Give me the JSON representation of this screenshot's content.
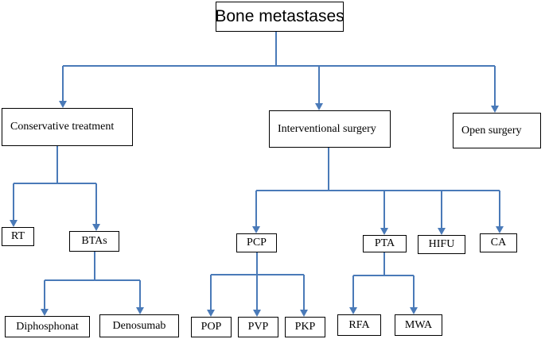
{
  "nodes": {
    "root": "Bone metastases",
    "conservative": "Conservative treatment",
    "interventional": "Interventional surgery",
    "open": "Open surgery",
    "rt": "RT",
    "btas": "BTAs",
    "pcp": "PCP",
    "pta": "PTA",
    "hifu": "HIFU",
    "ca": "CA",
    "diphosphonat": "Diphosphonat",
    "denosumab": "Denosumab",
    "pop": "POP",
    "pvp": "PVP",
    "pkp": "PKP",
    "rfa": "RFA",
    "mwa": "MWA"
  },
  "colors": {
    "connector": "#4a7ab8",
    "box_border": "#000000"
  }
}
